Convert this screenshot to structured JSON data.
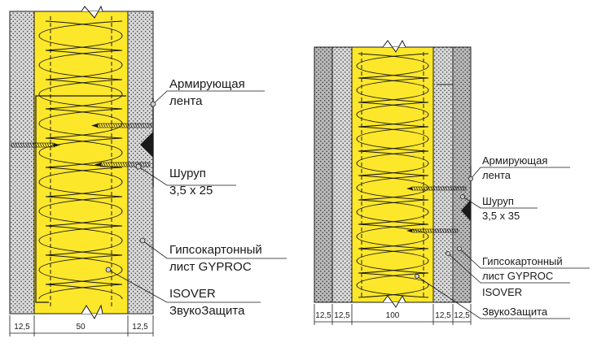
{
  "left": {
    "labels": {
      "tape_1": "Армирующая",
      "tape_2": "лента",
      "screw_1": "Шуруп",
      "screw_2": "3,5 x 25",
      "board_1": "Гипсокартонный",
      "board_2": "лист GYPROC",
      "isover_1": "ISOVER",
      "isover_2": "ЗвукоЗащита"
    },
    "dimensions": [
      "12,5",
      "50",
      "12,5"
    ]
  },
  "right": {
    "labels": {
      "tape_1": "Армирующая",
      "tape_2": "лента",
      "screw_1": "Шуруп",
      "screw_2": "3,5 x 35",
      "board_1": "Гипсокартонный",
      "board_2": "лист GYPROC",
      "isover_1": "ISOVER",
      "isover_2": "ЗвукоЗащита"
    },
    "dimensions": [
      "12,5",
      "12,5",
      "100",
      "12,5",
      "12,5"
    ]
  },
  "colors": {
    "insulation": "#fde72a",
    "board": "#d9d9d9",
    "board_dark": "#b8b8b8",
    "line": "#1a1a1a"
  }
}
